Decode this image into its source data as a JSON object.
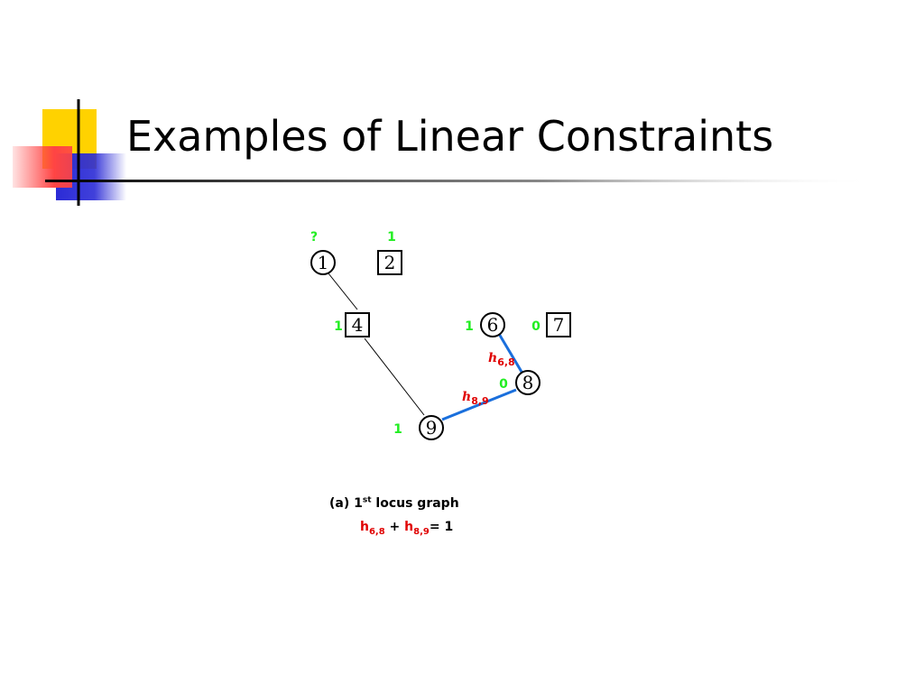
{
  "slide": {
    "title": "Examples of Linear Constraints"
  },
  "colors": {
    "green_label": "#22ee22",
    "red_label": "#e00000",
    "blue_edge": "#1a6fdc",
    "black_edge": "#000000",
    "deco_yellow": "#ffd200",
    "deco_red": "#ff4444",
    "deco_blue": "#2b2bd6"
  },
  "graph": {
    "nodes": [
      {
        "id": "1",
        "shape": "circle",
        "label": "1",
        "value": "?"
      },
      {
        "id": "2",
        "shape": "square",
        "label": "2",
        "value": "1"
      },
      {
        "id": "4",
        "shape": "square",
        "label": "4",
        "value": "1"
      },
      {
        "id": "6",
        "shape": "circle",
        "label": "6",
        "value": "1"
      },
      {
        "id": "7",
        "shape": "square",
        "label": "7",
        "value": "0"
      },
      {
        "id": "8",
        "shape": "circle",
        "label": "8",
        "value": "0"
      },
      {
        "id": "9",
        "shape": "circle",
        "label": "9",
        "value": "1"
      }
    ],
    "edges": [
      {
        "from": "1",
        "to": "4",
        "color": "black"
      },
      {
        "from": "4",
        "to": "9",
        "color": "black"
      },
      {
        "from": "6",
        "to": "8",
        "color": "blue",
        "h_label": "h",
        "h_sub": "6,8"
      },
      {
        "from": "8",
        "to": "9",
        "color": "blue",
        "h_label": "h",
        "h_sub": "8,9"
      }
    ]
  },
  "caption": {
    "prefix": "(a) 1",
    "superscript": "st",
    "suffix": " locus graph",
    "eq": {
      "h1": "h",
      "h1_sub": "6,8",
      "plus": " + ",
      "h2": "h",
      "h2_sub": "8,9",
      "rhs": "= 1"
    }
  }
}
